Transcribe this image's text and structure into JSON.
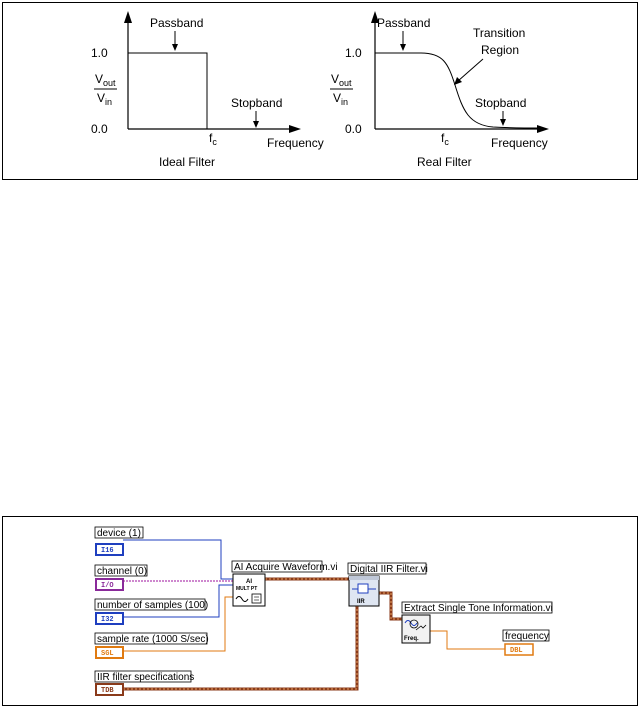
{
  "ideal_filter": {
    "caption": "Ideal Filter",
    "passband": "Passband",
    "stopband": "Stopband",
    "y_top": "1.0",
    "y_bottom": "0.0",
    "vout": "V",
    "vout_sub": "out",
    "vin": "V",
    "vin_sub": "in",
    "fc": "f",
    "fc_sub": "c",
    "x_axis": "Frequency"
  },
  "real_filter": {
    "caption": "Real Filter",
    "passband": "Passband",
    "transition_line1": "Transition",
    "transition_line2": "Region",
    "stopband": "Stopband",
    "y_top": "1.0",
    "y_bottom": "0.0",
    "vout": "V",
    "vout_sub": "out",
    "vin": "V",
    "vin_sub": "in",
    "fc": "f",
    "fc_sub": "c",
    "x_axis": "Frequency"
  },
  "block_diagram": {
    "controls": [
      {
        "label": "device (1)",
        "terminal": "I16",
        "color": "#1f3fbf"
      },
      {
        "label": "channel (0)",
        "terminal": "I/O",
        "color": "#8a2a9a"
      },
      {
        "label": "number of samples (100)",
        "terminal": "I32",
        "color": "#1f3fbf"
      },
      {
        "label": "sample rate (1000 S/sec)",
        "terminal": "SGL",
        "color": "#e07a10"
      },
      {
        "label": "IIR filter specifications",
        "terminal": "TDB",
        "color": "#8a3a1a"
      }
    ],
    "vis": {
      "acquire": {
        "label": "AI Acquire Waveform.vi",
        "icon_line1": "AI",
        "icon_line2": "MULT PT"
      },
      "iir": {
        "label": "Digital IIR Filter.vi",
        "icon_text": "IIR"
      },
      "tone": {
        "label": "Extract Single Tone Information.vi",
        "icon_text": "Freq."
      }
    },
    "indicator": {
      "label": "frequency",
      "terminal": "DBL",
      "color": "#e07a10"
    }
  }
}
